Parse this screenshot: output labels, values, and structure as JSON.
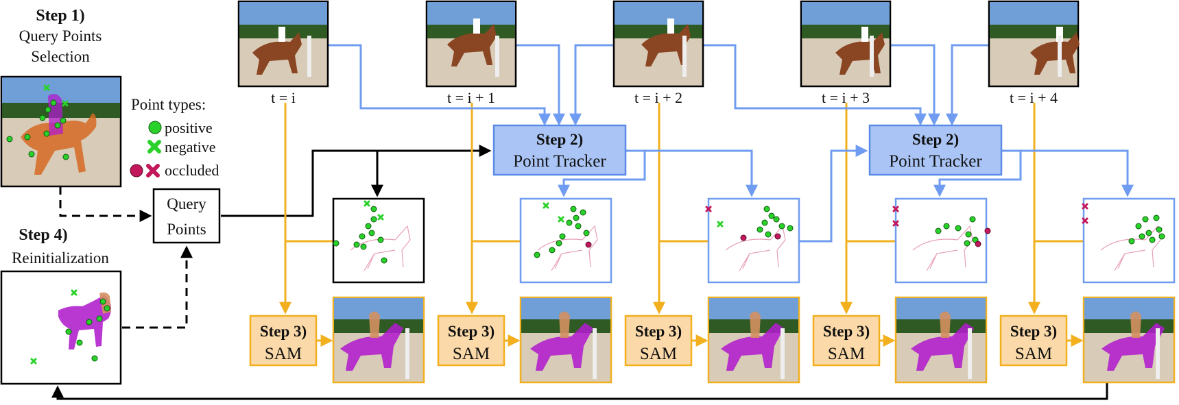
{
  "step1": {
    "title": "Step 1)",
    "line1": "Query Points",
    "line2": "Selection"
  },
  "step4": {
    "title": "Step 4)",
    "subtitle": "Reinitialization"
  },
  "legend": {
    "title": "Point types:",
    "positive": "positive",
    "negative": "negative",
    "occluded": "occluded"
  },
  "query_points": {
    "line1": "Query",
    "line2": "Points"
  },
  "tracker": {
    "title": "Step 2)",
    "label": "Point Tracker"
  },
  "sam": {
    "title": "Step 3)",
    "label": "SAM"
  },
  "frames": [
    {
      "label": "t = i"
    },
    {
      "label": "t = i + 1"
    },
    {
      "label": "t = i + 2"
    },
    {
      "label": "t = i + 3"
    },
    {
      "label": "t = i + 4"
    }
  ],
  "colors": {
    "tracker_fill": "#a9c4f5",
    "tracker_border": "#5b8be6",
    "sam_fill": "#fbd9a8",
    "sam_border": "#f2b01e",
    "blue_arrow": "#6f9cf0",
    "orange_arrow": "#f2b01e",
    "black_arrow": "#000000",
    "positive": "#2ad12a",
    "occluded": "#c2185b",
    "mask": "#b01ccc"
  }
}
